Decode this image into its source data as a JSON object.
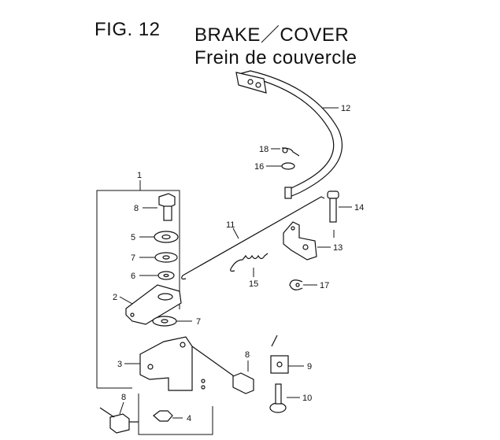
{
  "header": {
    "figure_number": "FIG. 12",
    "title_en": "BRAKE／COVER",
    "title_fr": "Frein de couvercle"
  },
  "callouts": {
    "c1": "1",
    "c2": "2",
    "c3": "3",
    "c4": "4",
    "c5": "5",
    "c6": "6",
    "c7a": "7",
    "c7b": "7",
    "c8a": "8",
    "c8b": "8",
    "c8c": "8",
    "c9": "9",
    "c10": "10",
    "c11": "11",
    "c12": "12",
    "c13": "13",
    "c14": "14",
    "c15": "15",
    "c16": "16",
    "c17": "17",
    "c18": "18"
  }
}
